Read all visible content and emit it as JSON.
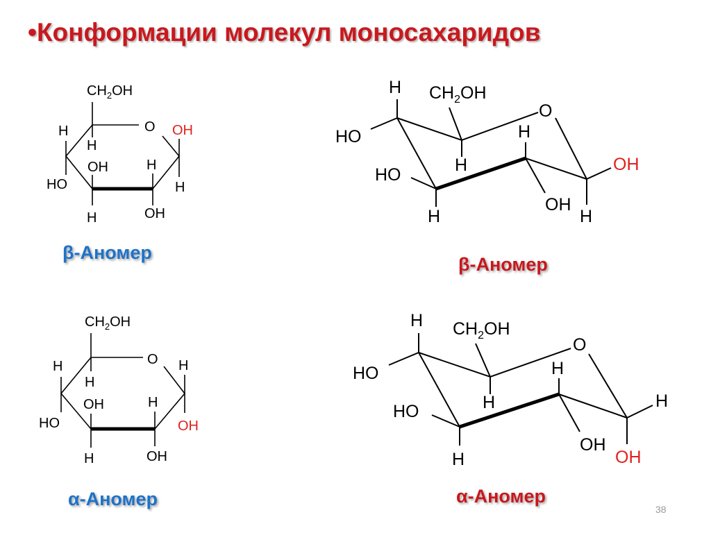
{
  "slide": {
    "bullet": "•",
    "title": "Конформации  молекул  моносахаридов",
    "page_number": "38"
  },
  "colors": {
    "title": "#c8191e",
    "anomer_beta_left": "#1a73c8",
    "anomer_right": "#c8191e",
    "oh_highlight": "#e0211d"
  },
  "labels": {
    "ch2oh_main": "CH",
    "ch2oh_sub": "2",
    "ch2oh_tail": "OH",
    "o": "O",
    "oh": "OH",
    "ho": "HO",
    "h": "H"
  },
  "anomers": {
    "beta_haworth": "β-Аномер",
    "beta_chair": "β-Аномер",
    "alpha_haworth": "α-Аномер",
    "alpha_chair": "α-Аномер"
  }
}
